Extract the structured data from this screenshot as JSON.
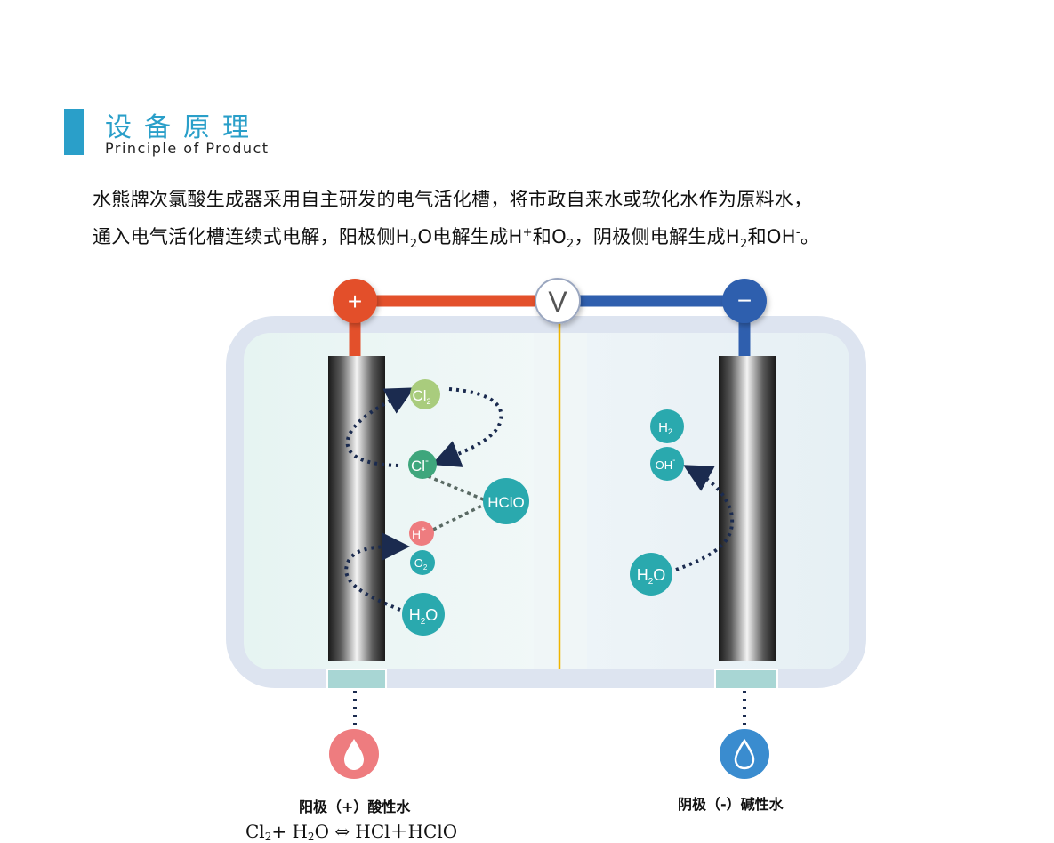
{
  "header": {
    "title": "设备原理",
    "subtitle": "Principle of Product"
  },
  "intro": {
    "line1": "水熊牌次氯酸生成器采用自主研发的电气活化槽，将市政自来水或软化水作为原料水，",
    "line2_a": "通入电气活化槽连续式电解，阳极侧H",
    "sub_2a": "2",
    "line2_b": "O电解生成H",
    "sup_plus": "+",
    "line2_c": "和O",
    "sub_2b": "2",
    "line2_d": "，阴极侧电解生成H",
    "sub_2c": "2",
    "line2_e": "和OH",
    "sup_minus": "-",
    "line2_f": "。"
  },
  "diagram": {
    "plus_sign": "+",
    "minus_sign": "−",
    "voltmeter": "V",
    "molecules": {
      "cl2": "Cl",
      "cl2_sub": "2",
      "cl_minus": "Cl",
      "cl_minus_sup": "-",
      "hclo": "HClO",
      "h_plus": "H",
      "h_plus_sup": "+",
      "o2": "O",
      "o2_sub": "2",
      "h2o_left": "H",
      "h2o_left_sub": "2",
      "h2o_left_o": "O",
      "h2": "H",
      "h2_sub": "2",
      "oh_minus": "OH",
      "oh_minus_sup": "-",
      "h2o_right": "H",
      "h2o_right_sub": "2",
      "h2o_right_o": "O"
    },
    "colors": {
      "anode": "#e3502b",
      "cathode": "#2f5fae",
      "tank_outer": "#dde4f0",
      "tank_inner": "#eef6f5",
      "membrane": "#f0b400",
      "teal": "#2aa9ae",
      "green_cl2": "#a9cc7d",
      "green_cl": "#3ea67c",
      "pink": "#ee7c7f",
      "blue_drop": "#3a8ccf",
      "arrow": "#1b2b4f"
    }
  },
  "outputs": {
    "acid_label": "阳极（+）酸性水",
    "alkaline_label": "阴极（-）碱性水"
  },
  "equation": {
    "cl": "Cl",
    "cl_sub": "2",
    "plus1": "+ ",
    "h": "H",
    "h_sub": "2",
    "o_arrow": "O ⇔ HCl＋HClO"
  }
}
